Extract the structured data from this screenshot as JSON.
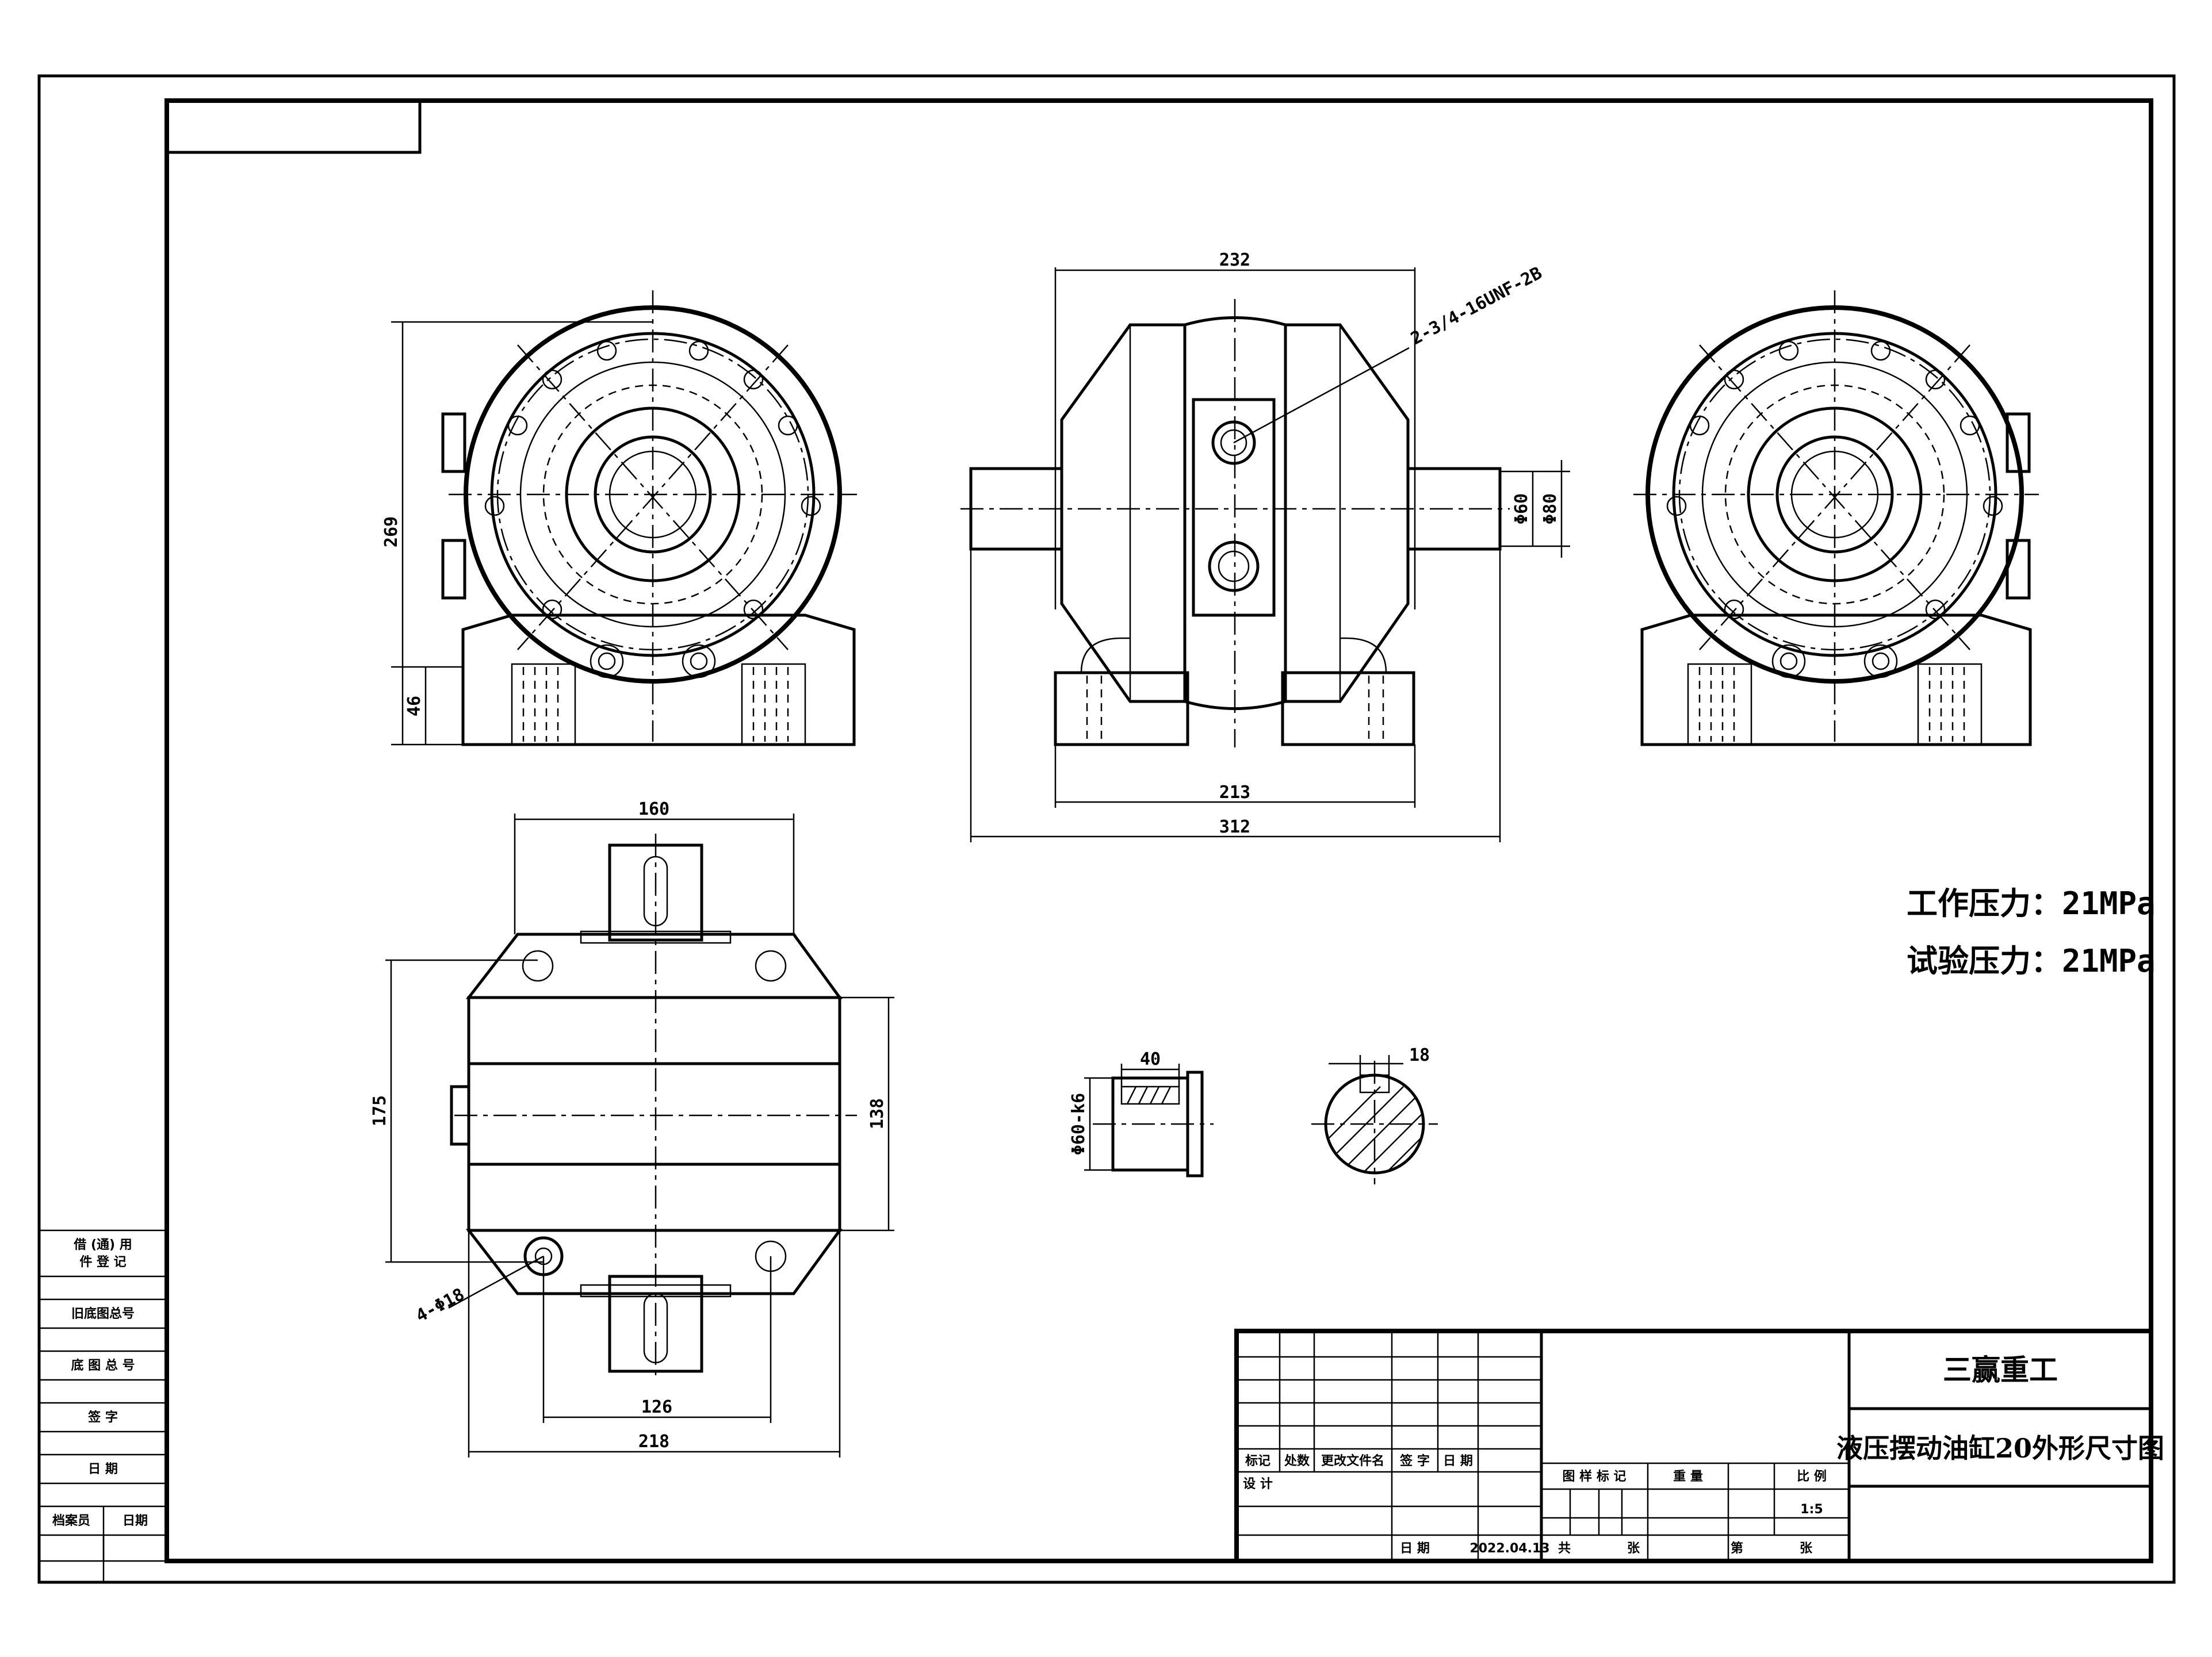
{
  "dimensions": {
    "front_height": "269",
    "front_base": "46",
    "side_top": "232",
    "side_mid": "213",
    "side_bottom": "312",
    "shaft_d1": "Φ60",
    "shaft_d2": "Φ80",
    "port_label": "2-3/4-16UNF-2B",
    "plan_top": "160",
    "plan_left": "175",
    "plan_right": "138",
    "plan_inner": "126",
    "plan_outer": "218",
    "holes": "4-Φ18",
    "key_width": "40",
    "key_dia": "Φ60-k6",
    "key_slot": "18"
  },
  "notes": {
    "working_pressure": "工作压力：21MPa",
    "test_pressure": "试验压力：21MPa"
  },
  "title_block": {
    "company": "三赢重工",
    "drawing_title": "液压摆动油缸20外形尺寸图",
    "rev_headers": [
      "标记",
      "处数",
      "更改文件名",
      "签 字",
      "日 期"
    ],
    "design_label": "设 计",
    "stage_headers": [
      "图 样 标 记",
      "重 量",
      "比 例"
    ],
    "scale": "1:5",
    "date_label": "日 期",
    "date_value": "2022.04.13",
    "sheet_total_1": "共",
    "sheet_total_2": "张",
    "sheet_no_1": "第",
    "sheet_no_2": "张"
  },
  "side_block": {
    "row1a": "借 (通) 用",
    "row1b": "件 登 记",
    "row2": "旧底图总号",
    "row3": "底 图 总 号",
    "row4": "签   字",
    "row5": "日   期",
    "row6a": "档案员",
    "row6b": "日期"
  }
}
